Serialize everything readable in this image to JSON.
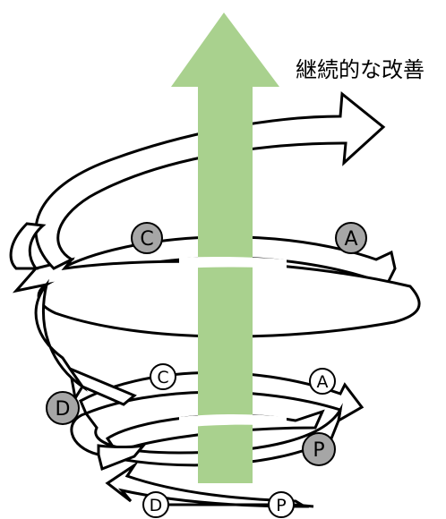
{
  "title": "継続的な改善",
  "colors": {
    "arrow": "#a9d18e",
    "band_fill": "#ffffff",
    "band_stroke": "#000000",
    "badge_gray": "#a6a6a6",
    "badge_white": "#ffffff"
  },
  "upper_cycle": {
    "c": "C",
    "a": "A"
  },
  "lower_cycle": {
    "c": "C",
    "a": "A",
    "d": "D",
    "p": "P"
  },
  "base_cycle": {
    "d": "D",
    "p": "P"
  }
}
